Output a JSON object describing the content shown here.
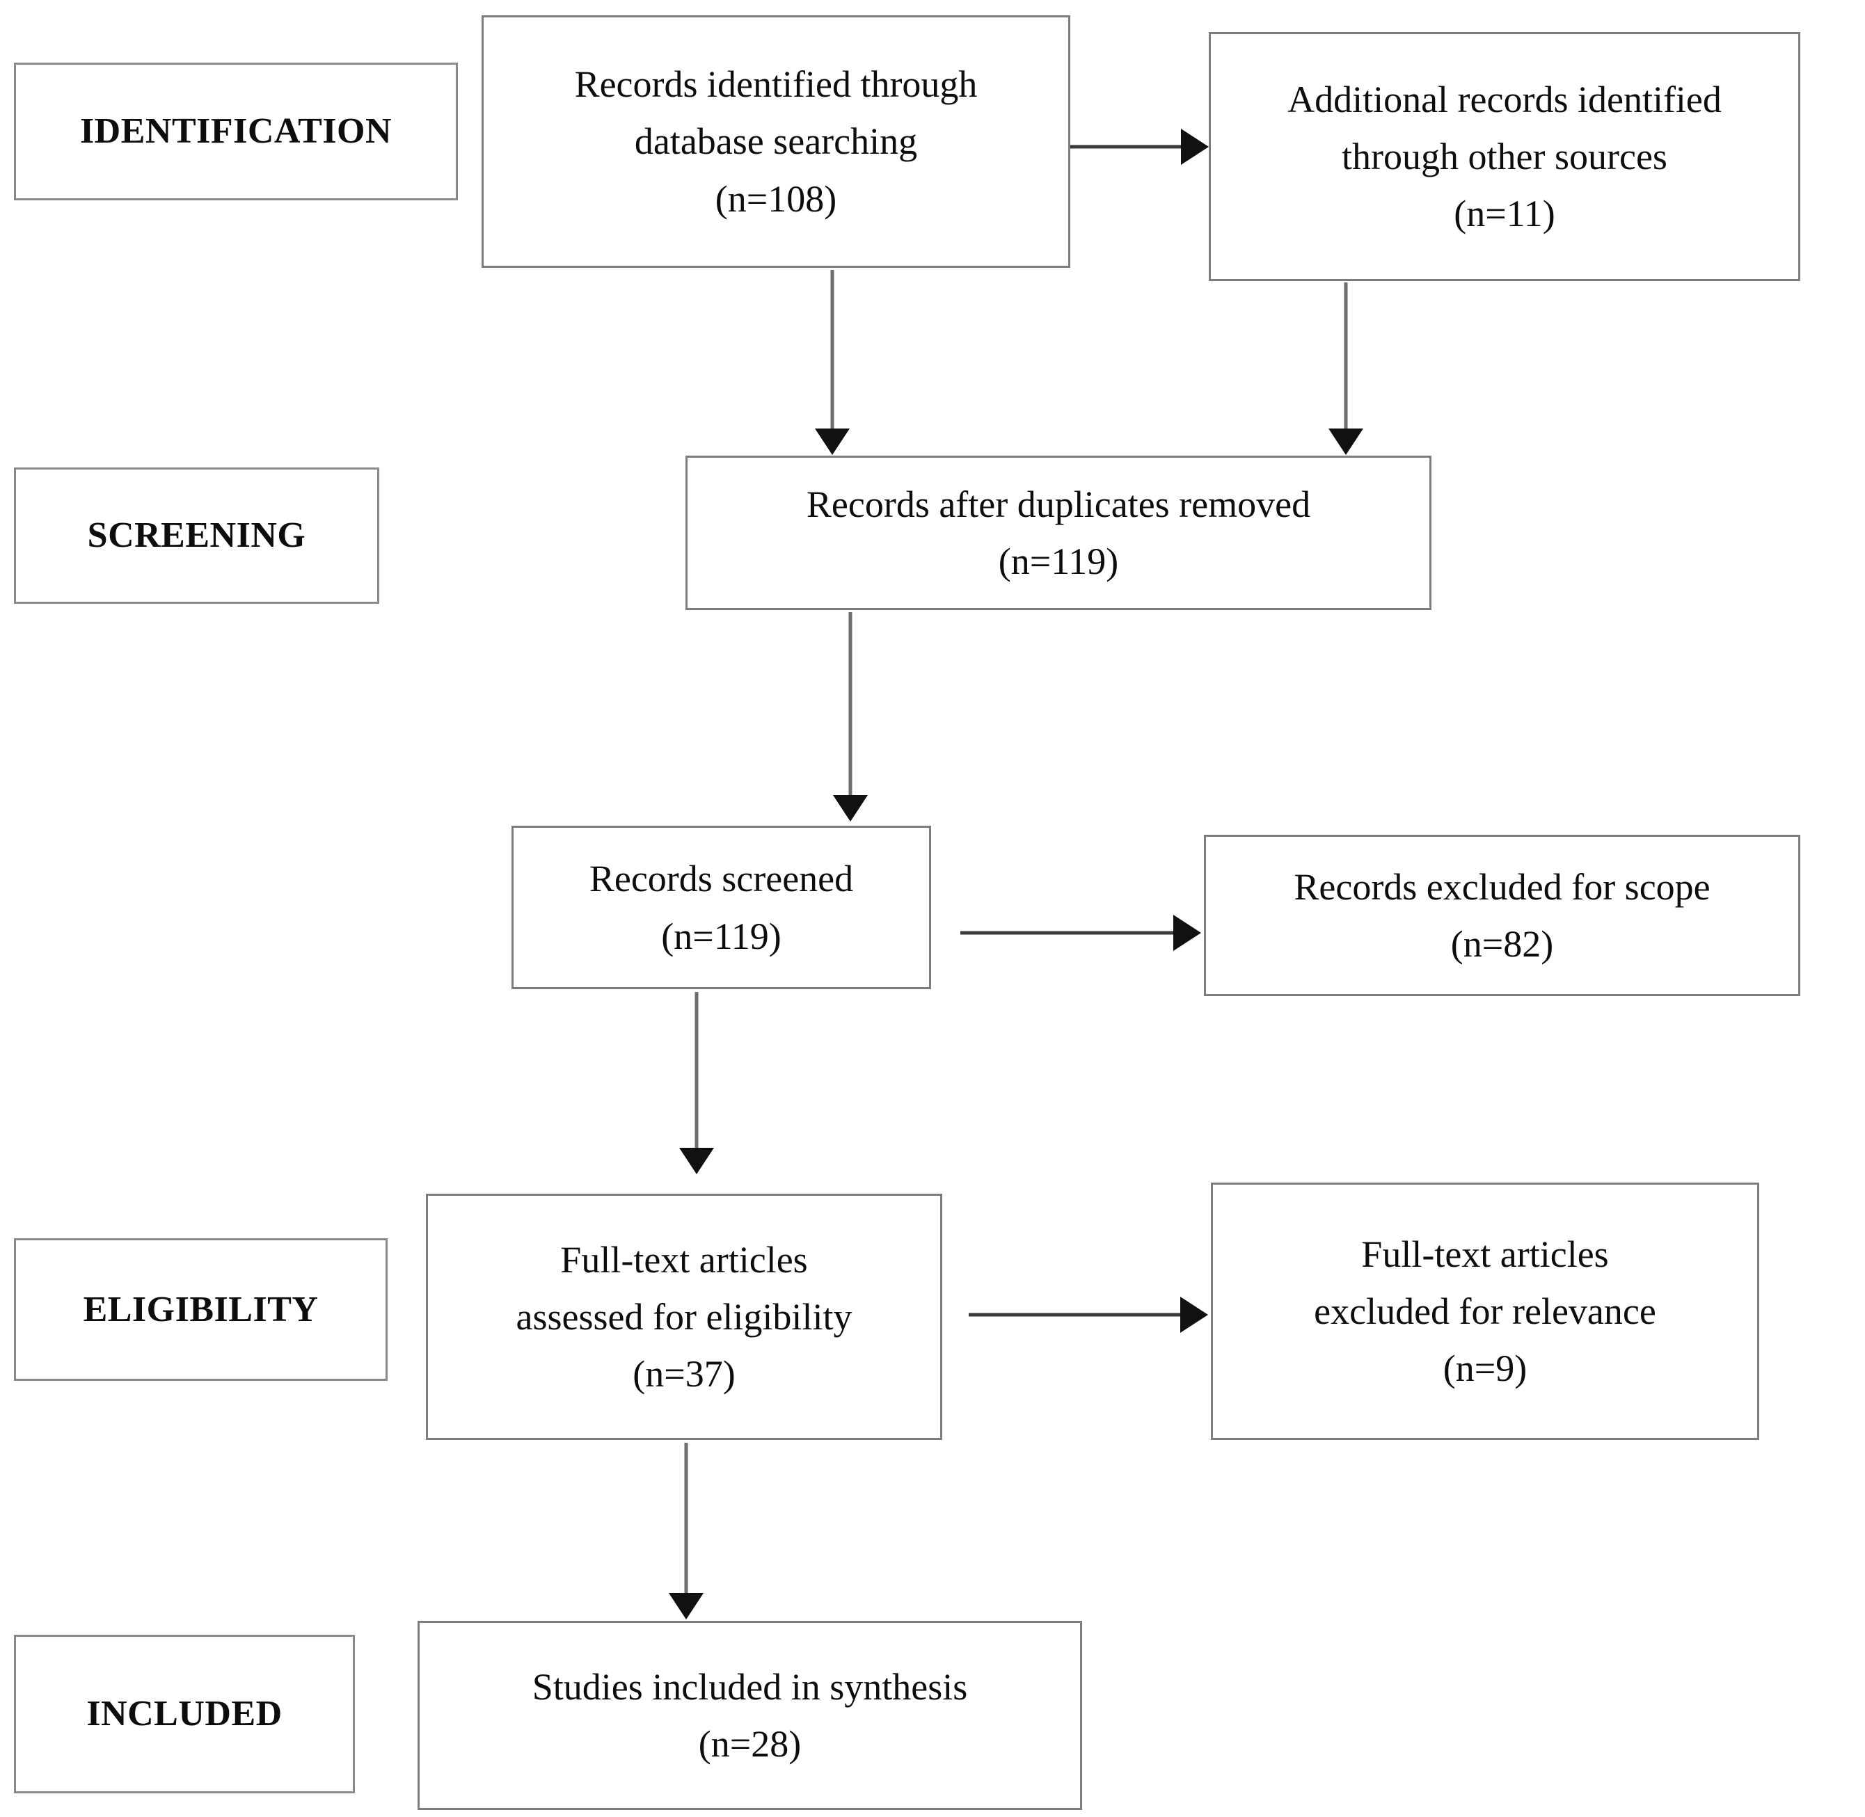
{
  "diagram": {
    "type": "prisma-flow-diagram",
    "stages": [
      {
        "id": "identification",
        "label": "IDENTIFICATION"
      },
      {
        "id": "screening",
        "label": "SCREENING"
      },
      {
        "id": "eligibility",
        "label": "ELIGIBILITY"
      },
      {
        "id": "included",
        "label": "INCLUDED"
      }
    ],
    "nodes": [
      {
        "id": "records-identified-database",
        "lines": [
          "Records identified through",
          "database searching",
          "(n=108)"
        ],
        "count": 108
      },
      {
        "id": "additional-records-other-sources",
        "lines": [
          "Additional records identified",
          "through other sources",
          "(n=11)"
        ],
        "count": 11
      },
      {
        "id": "records-after-duplicates-removed",
        "lines": [
          "Records after duplicates removed",
          "(n=119)"
        ],
        "count": 119
      },
      {
        "id": "records-screened",
        "lines": [
          "Records screened",
          "(n=119)"
        ],
        "count": 119
      },
      {
        "id": "records-excluded-for-scope",
        "lines": [
          "Records excluded for scope",
          "(n=82)"
        ],
        "count": 82
      },
      {
        "id": "full-text-assessed-for-eligibility",
        "lines": [
          "Full-text articles",
          "assessed for eligibility",
          "(n=37)"
        ],
        "count": 37
      },
      {
        "id": "full-text-excluded-for-relevance",
        "lines": [
          "Full-text articles",
          "excluded for relevance",
          "(n=9)"
        ],
        "count": 9
      },
      {
        "id": "studies-included-in-synthesis",
        "lines": [
          "Studies included in synthesis",
          "(n=28)"
        ],
        "count": 28
      }
    ],
    "connectors": [
      {
        "id": "database-to-additional",
        "direction": "right",
        "icon": "arrow-right-icon"
      },
      {
        "id": "database-to-duplicates",
        "direction": "down",
        "icon": "arrow-down-icon"
      },
      {
        "id": "additional-to-duplicates",
        "direction": "down",
        "icon": "arrow-down-icon"
      },
      {
        "id": "duplicates-to-screened",
        "direction": "down",
        "icon": "arrow-down-icon"
      },
      {
        "id": "screened-to-excluded-scope",
        "direction": "right",
        "icon": "arrow-right-icon"
      },
      {
        "id": "screened-to-fulltext",
        "direction": "down",
        "icon": "arrow-down-icon"
      },
      {
        "id": "fulltext-to-excluded-relevance",
        "direction": "right",
        "icon": "arrow-right-icon"
      },
      {
        "id": "fulltext-to-included",
        "direction": "down",
        "icon": "arrow-down-icon"
      }
    ],
    "colors": {
      "background": "#ffffff",
      "box_border": "#7d7d7d",
      "box_shadow": "#b8b8b8",
      "text": "#0d0d0d",
      "arrow": "#111111",
      "arrow_shaft": "#6e6e6e"
    }
  }
}
